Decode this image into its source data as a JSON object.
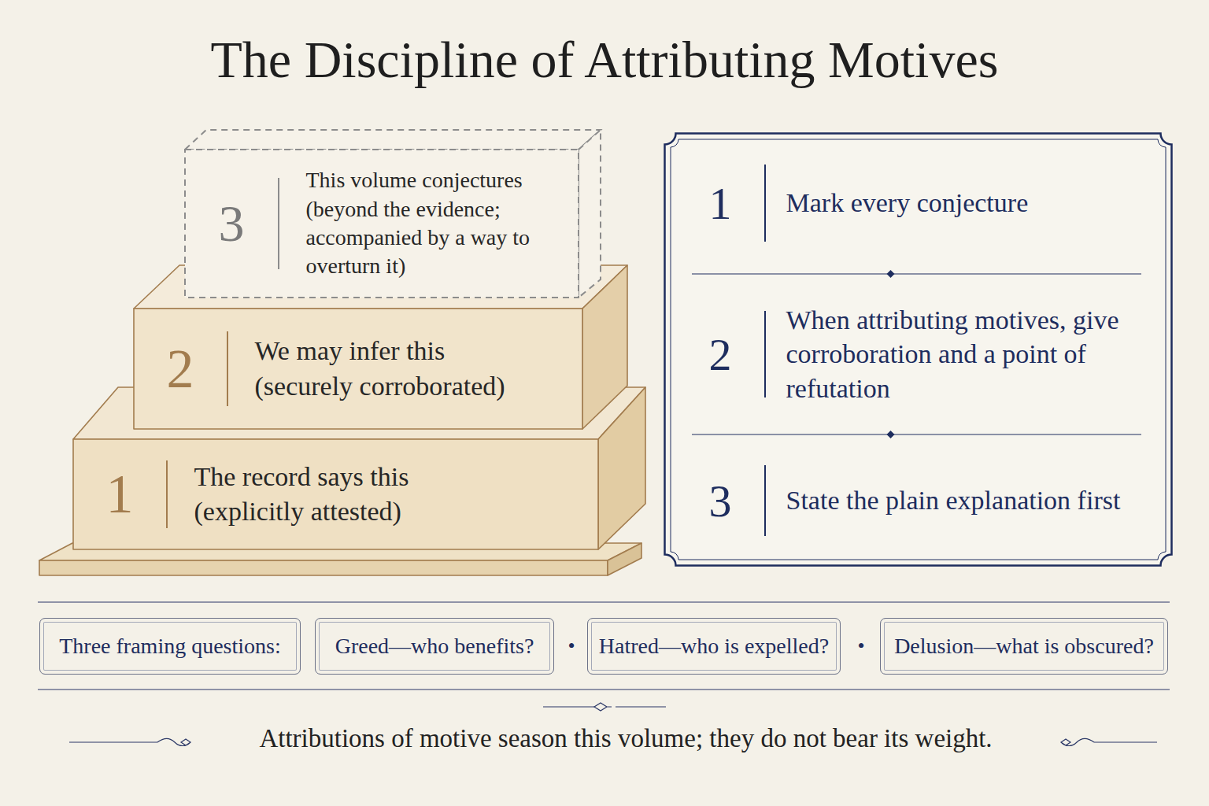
{
  "diagram": {
    "title": "The Discipline of Attributing Motives",
    "caption": "Attributions of motive season this volume; they do not bear its weight.",
    "nodes": [
      {
        "text": [
          "3",
          "This volume conjectures (beyond the evidence; accompanied by a way to overturn it)"
        ]
      },
      {
        "text": [
          "2",
          "We may infer this (securely corroborated)"
        ]
      },
      {
        "text": [
          "1",
          "The record says this (explicitly attested)"
        ]
      },
      {
        "text": [
          "1",
          "Mark every conjecture",
          "2",
          "When attributing motives, give corroboration and a point of refutation",
          "3",
          "State the plain explanation first"
        ]
      },
      {
        "text": [
          "Three framing questions:"
        ]
      },
      {
        "text": [
          "Greed—who benefits?"
        ]
      },
      {
        "text": [
          "Hatred—who is expelled?"
        ]
      },
      {
        "text": [
          "Delusion—what is obscured?"
        ]
      }
    ],
    "labels": [
      "•",
      "•"
    ]
  }
}
